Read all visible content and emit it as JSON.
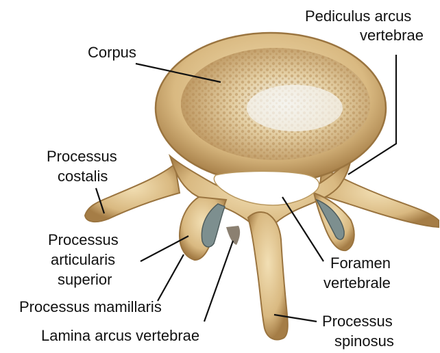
{
  "labels": {
    "corpus": "Corpus",
    "pediculus_1": "Pediculus arcus",
    "pediculus_2": "vertebrae",
    "costalis_1": "Processus",
    "costalis_2": "costalis",
    "articularis_1": "Processus",
    "articularis_2": "articularis",
    "articularis_3": "superior",
    "foramen_1": "Foramen",
    "foramen_2": "vertebrale",
    "mamillaris": "Processus mamillaris",
    "lamina": "Lamina arcus vertebrae",
    "spinosus_1": "Processus",
    "spinosus_2": "spinosus"
  },
  "colors": {
    "bone": "#d9b981",
    "bone_shadow": "#a57d46",
    "bone_light": "#f2dfb4",
    "spongy": "#c9a56c",
    "cartilage": "#7d8f8f",
    "background": "#ffffff"
  }
}
